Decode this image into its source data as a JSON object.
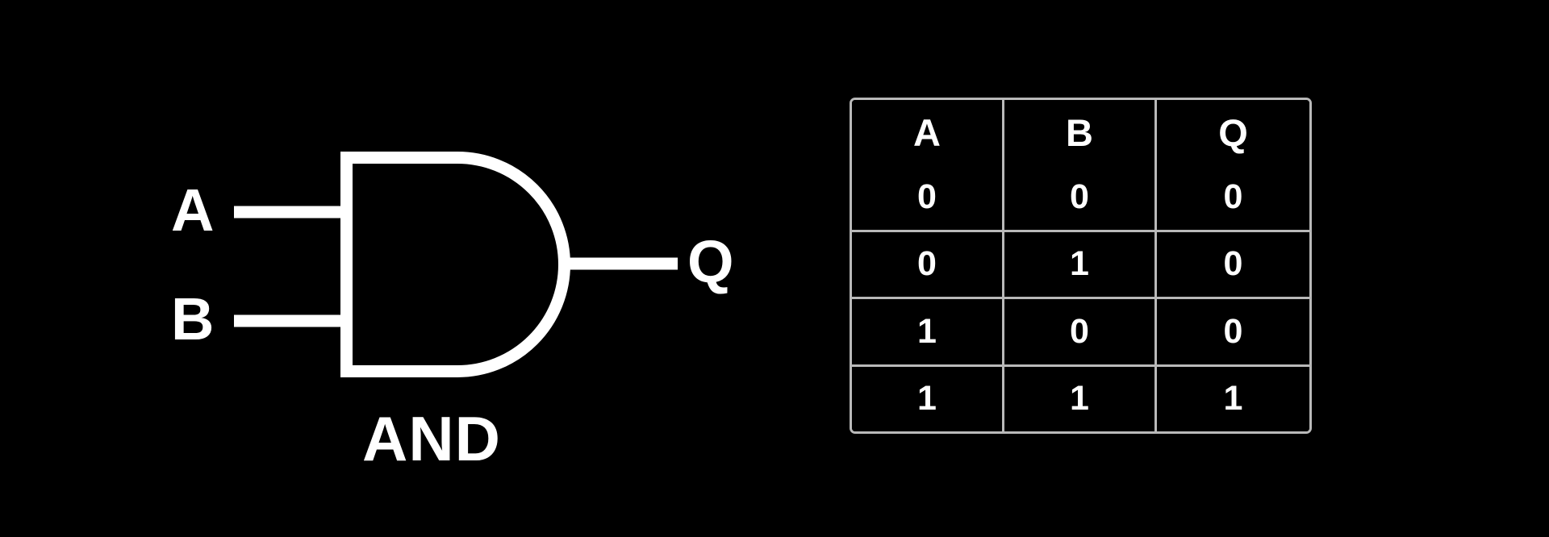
{
  "background_color": "#000000",
  "foreground_color": "#ffffff",
  "table_border_color": "#b9b9b9",
  "diagram": {
    "gate_name": "AND",
    "symbol_shape": "and-gate-distinctive-shape",
    "inputs": [
      {
        "label": "A",
        "icon": "input-wire-icon"
      },
      {
        "label": "B",
        "icon": "input-wire-icon"
      }
    ],
    "output": {
      "label": "Q",
      "icon": "output-wire-icon"
    }
  },
  "truth_table": {
    "caption": "AND",
    "columns": [
      "A",
      "B",
      "Q"
    ],
    "rows": [
      [
        "0",
        "0",
        "0"
      ],
      [
        "0",
        "1",
        "0"
      ],
      [
        "1",
        "0",
        "0"
      ],
      [
        "1",
        "1",
        "1"
      ]
    ]
  },
  "chart_data": {
    "type": "table",
    "title": "AND",
    "categories": [
      "A",
      "B",
      "Q"
    ],
    "series": [
      {
        "name": "A",
        "values": [
          0,
          0,
          1,
          1
        ]
      },
      {
        "name": "B",
        "values": [
          0,
          1,
          0,
          1
        ]
      },
      {
        "name": "Q",
        "values": [
          0,
          0,
          0,
          1
        ]
      }
    ],
    "xlabel": "",
    "ylabel": "",
    "legend": "none",
    "grid": true
  }
}
